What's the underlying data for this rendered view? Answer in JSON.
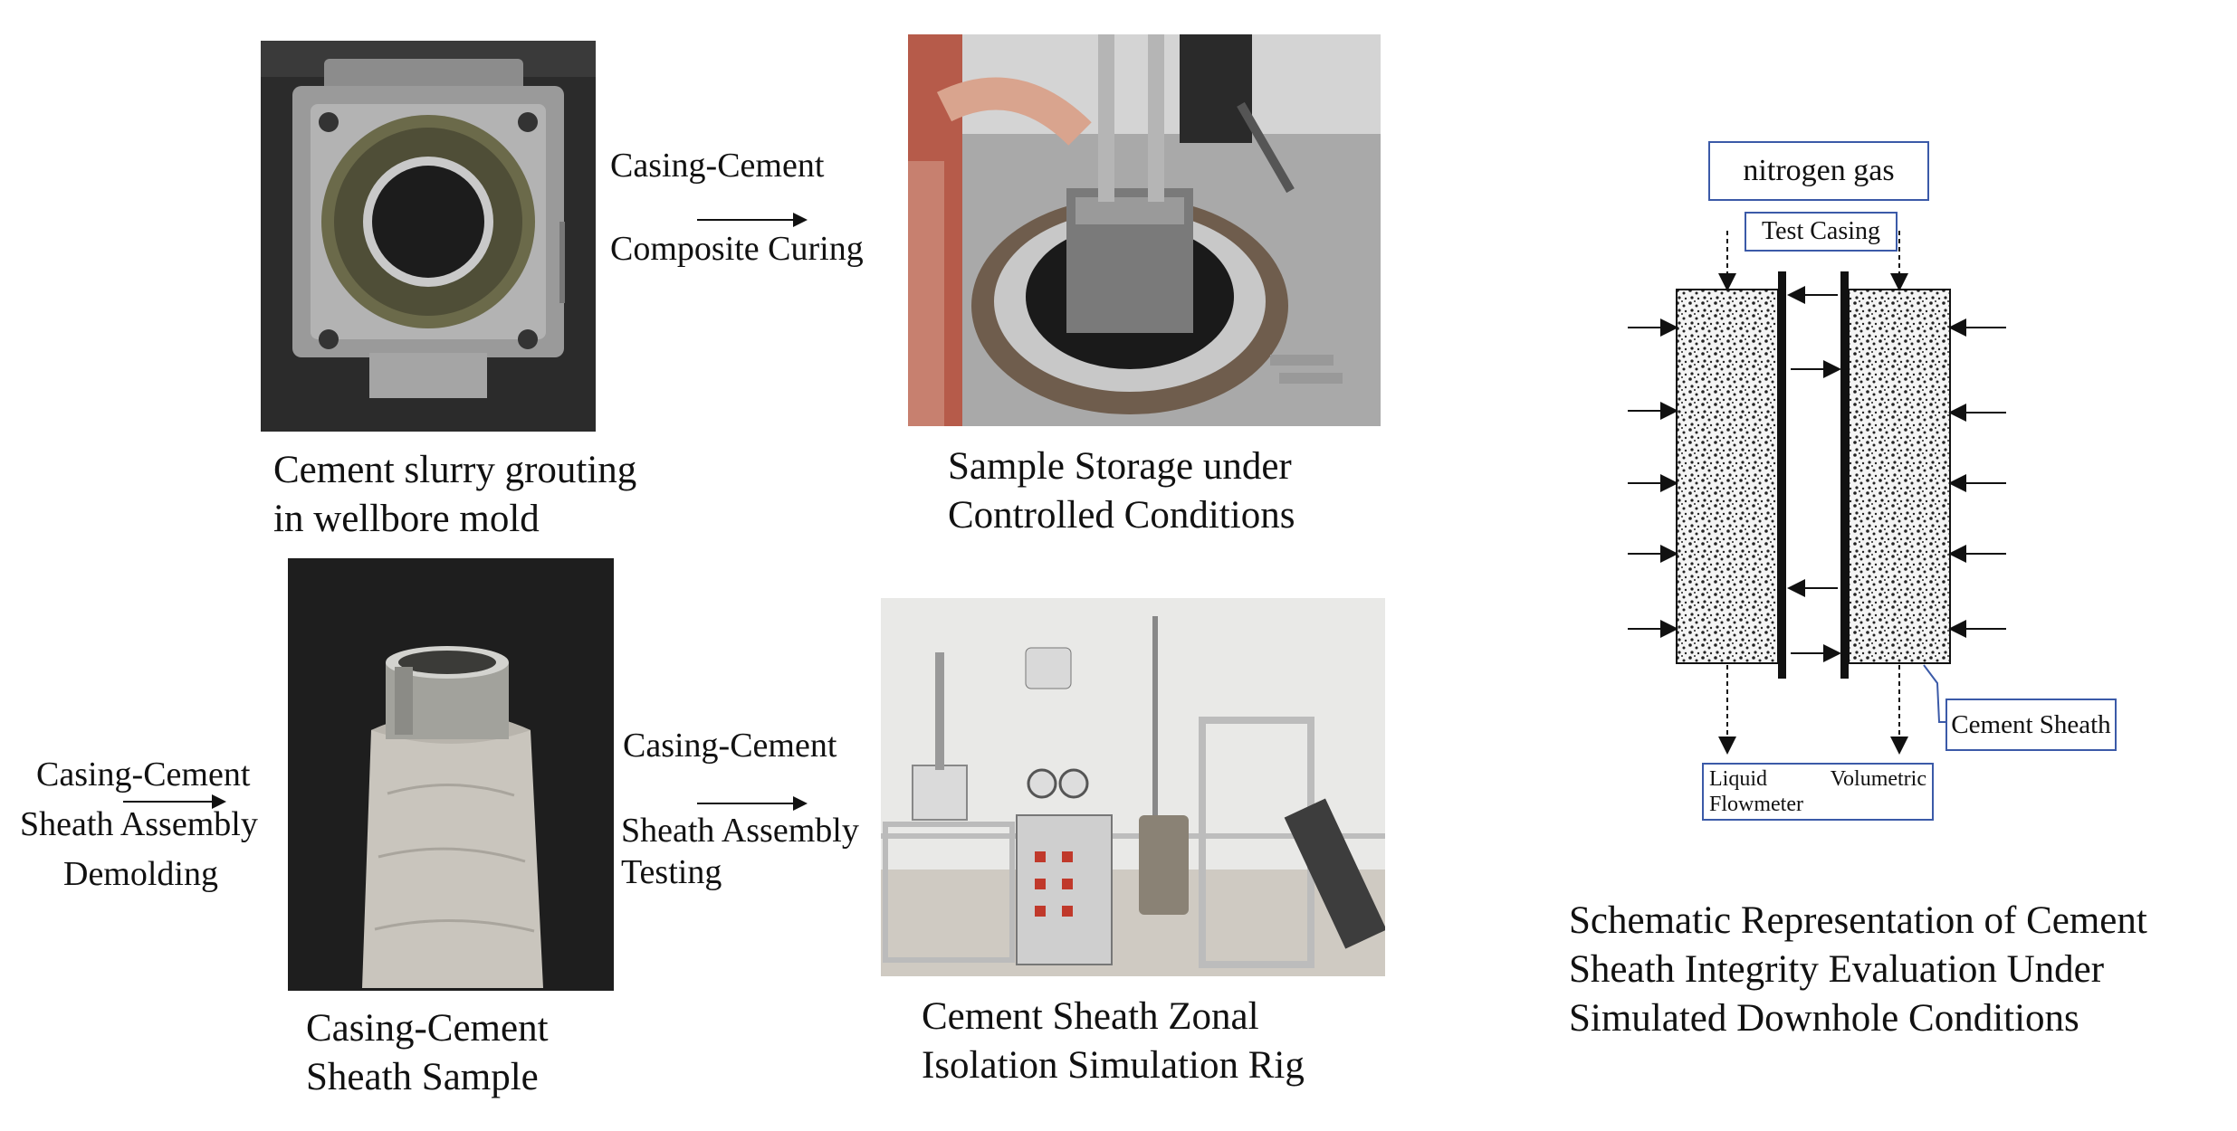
{
  "steps": {
    "mold": {
      "caption_line1": "Cement slurry grouting",
      "caption_line2": "in wellbore mold"
    },
    "curing_arrow": {
      "line1": "Casing-Cement",
      "line2": "Composite Curing"
    },
    "storage": {
      "caption_line1": "Sample Storage under",
      "caption_line2": "Controlled Conditions"
    },
    "demolding_arrow": {
      "line1": "Casing-Cement",
      "line2": "Sheath Assembly",
      "line3": "Demolding"
    },
    "sample": {
      "caption_line1": "Casing-Cement",
      "caption_line2": "Sheath Sample"
    },
    "testing_arrow": {
      "line1": "Casing-Cement",
      "line2": "Sheath Assembly",
      "line3": "Testing"
    },
    "rig": {
      "caption_line1": "Cement Sheath Zonal",
      "caption_line2": "Isolation Simulation Rig"
    }
  },
  "schematic": {
    "nitrogen_label": "nitrogen gas",
    "casing_label": "Test Casing",
    "sheath_label": "Cement Sheath",
    "flowmeter_word1": "Liquid",
    "flowmeter_word2": "Volumetric",
    "flowmeter_word3": "Flowmeter",
    "title_line1": "Schematic Representation of Cement",
    "title_line2": "Sheath Integrity Evaluation Under",
    "title_line3": "Simulated Downhole Conditions"
  },
  "colors": {
    "label_border": "#3b5aa8",
    "ink": "#111111"
  }
}
